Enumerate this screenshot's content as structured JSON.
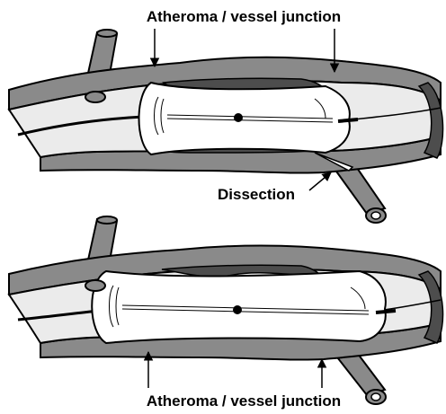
{
  "labels": {
    "top_junction": "Atheroma / vessel junction",
    "dissection": "Dissection",
    "bottom_junction": "Atheroma / vessel junction"
  },
  "panels": [
    {
      "id": "top",
      "balloon": "partially-inflated",
      "has_dissection": true
    },
    {
      "id": "bottom",
      "balloon": "fully-inflated",
      "has_dissection": false
    }
  ],
  "colors": {
    "vessel_wall": "#8a8a8a",
    "lumen": "#ebebeb",
    "atheroma": "#4d4d4d",
    "balloon": "#ffffff",
    "outline": "#000000"
  }
}
